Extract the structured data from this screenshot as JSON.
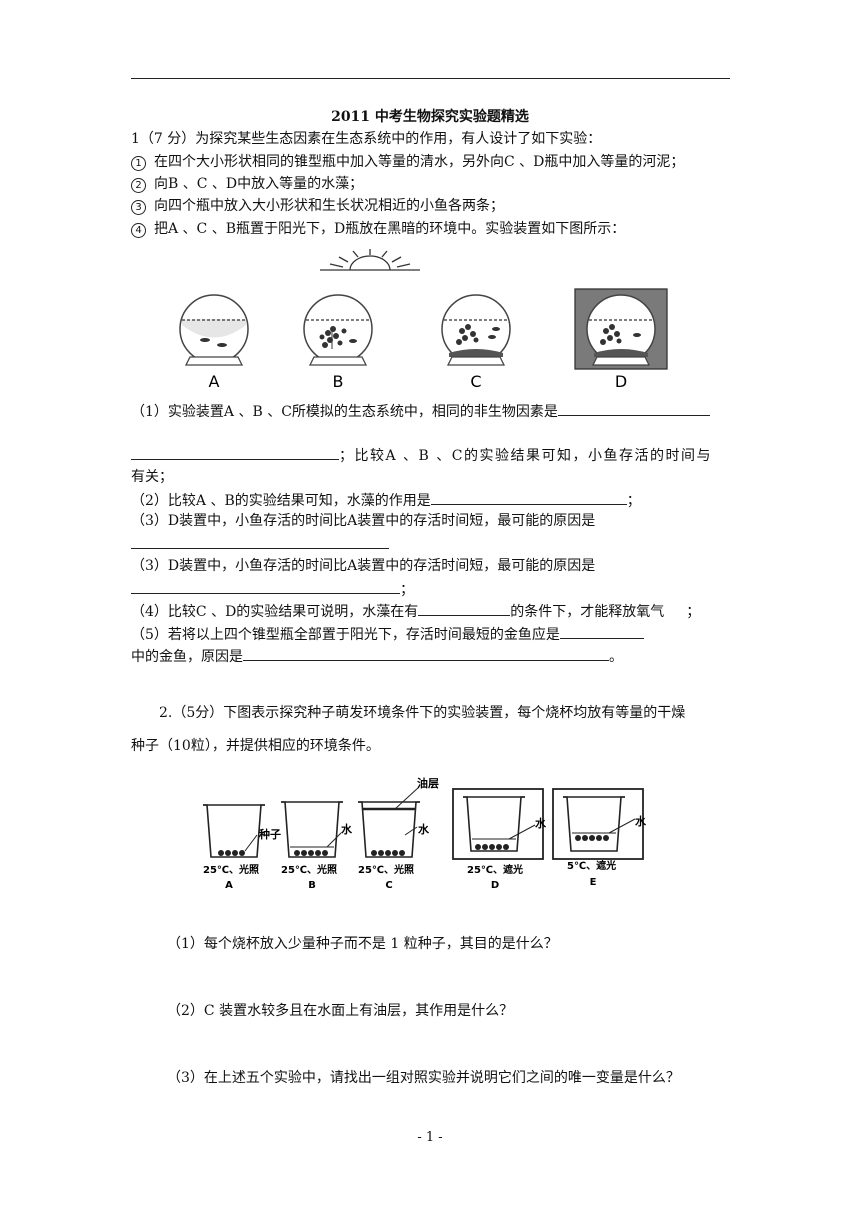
{
  "title": "2011 中考生物探究实验题精选",
  "q1": {
    "intro": "1（7 分）为探究某些生态因素在生态系统中的作用，有人设计了如下实验：",
    "steps": [
      {
        "num": "1",
        "text": "在四个大小形状相同的锥型瓶中加入等量的清水，另外向C 、D瓶中加入等量的河泥；"
      },
      {
        "num": "2",
        "text": "向B 、C 、D中放入等量的水藻；"
      },
      {
        "num": "3",
        "text": "向四个瓶中放入大小形状和生长状况相近的小鱼各两条；"
      },
      {
        "num": "4",
        "text": "把A 、C 、B瓶置于阳光下，D瓶放在黑暗的环境中。实验装置如下图所示："
      }
    ],
    "figure_labels": [
      "A",
      "B",
      "C",
      "D"
    ],
    "sub1_a": "（1）实验装置A 、B 、C所模拟的生态系统中，相同的非生物因素是",
    "sub1_b": "；比较A 、B 、C的实验结果可知，小鱼存活的时间与",
    "sub1_c": "有关；",
    "sub2_a": "（2）比较A 、B的实验结果可知，水藻的作用是",
    "sub2_b": "；",
    "sub3_a": "（3）D装置中，小鱼存活的时间比A装置中的存活时间短，最可能的原因是",
    "sub3_dup": "（3）D装置中，小鱼存活的时间比A装置中的存活时间短，最可能的原因是",
    "sub3_end": "；",
    "sub4_a": "（4）比较C 、D的实验结果可说明，水藻在有",
    "sub4_b": "的条件下，才能释放氧气",
    "sub4_c": "；",
    "sub5_a": "（5）若将以上四个锥型瓶全部置于阳光下，存活时间最短的金鱼应是",
    "sub5_b": "中的金鱼，原因是",
    "sub5_c": "。"
  },
  "q2": {
    "intro_line1": "2.（5分）下图表示探究种子萌发环境条件下的实验装置，每个烧杯均放有等量的干燥",
    "intro_line2": "种子（10粒），并提供相应的环境条件。",
    "beakers": [
      {
        "label": "A",
        "condition": "25℃、光照",
        "note": "种子"
      },
      {
        "label": "B",
        "condition": "25℃、光照",
        "note": "水"
      },
      {
        "label": "C",
        "condition": "25℃、光照",
        "note": "水",
        "note2": "油层"
      },
      {
        "label": "D",
        "condition": "25℃、遮光",
        "note": "水"
      },
      {
        "label": "E",
        "condition": "5℃、遮光",
        "note": "水"
      }
    ],
    "questions": [
      "（1）每个烧杯放入少量种子而不是 1 粒种子，其目的是什么？",
      "（2）C 装置水较多且在水面上有油层，其作用是什么？",
      "（3）在上述五个实验中，请找出一组对照实验并说明它们之间的唯一变量是什么？"
    ]
  },
  "footer": {
    "page": "- 1 -"
  }
}
